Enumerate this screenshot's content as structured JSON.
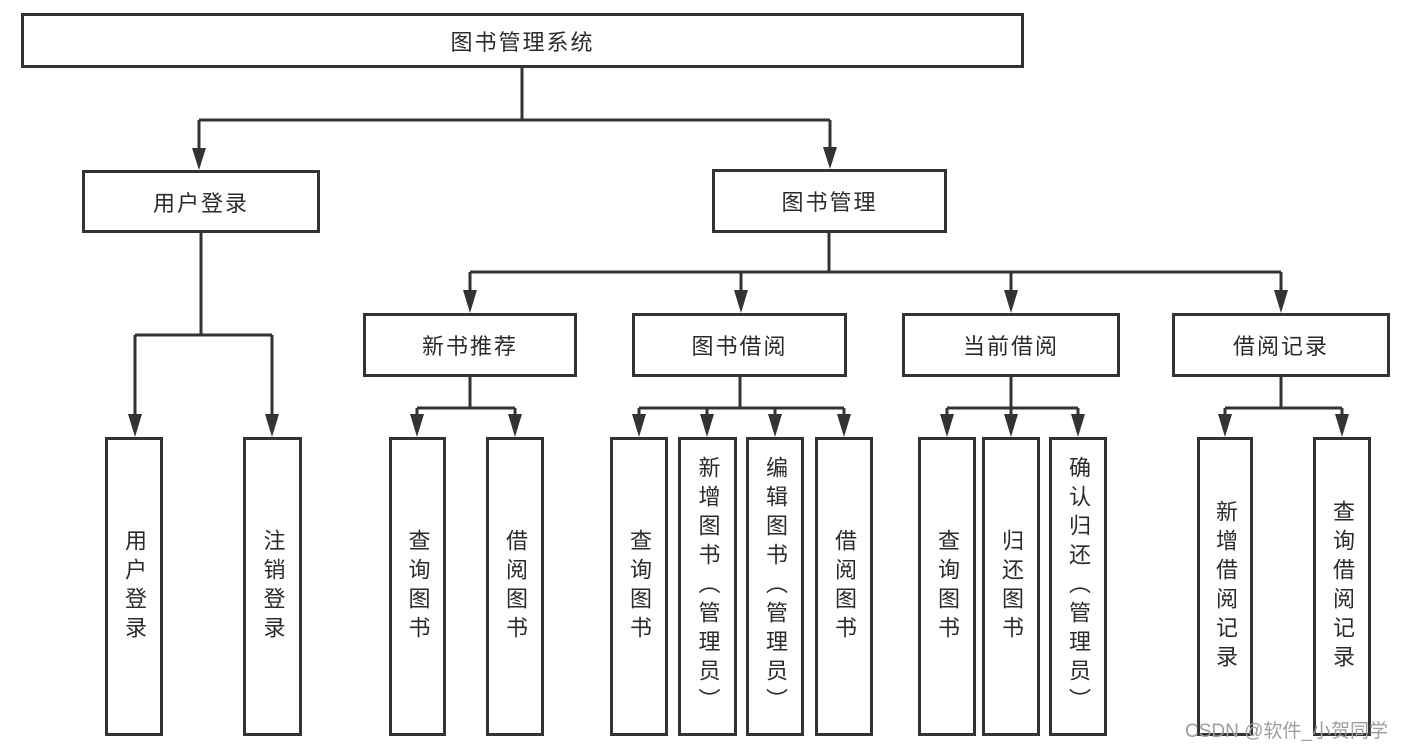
{
  "diagram": {
    "kind": "hierarchy-chart",
    "colors": {
      "line": "#333333",
      "text": "#2b2b2b",
      "watermark": "#9e9e9e",
      "background": "#ffffff"
    },
    "tree": {
      "label": "图书管理系统",
      "children": [
        {
          "label": "用户登录",
          "children": [
            {
              "label": "用户登录"
            },
            {
              "label": "注销登录"
            }
          ]
        },
        {
          "label": "图书管理",
          "children": [
            {
              "label": "新书推荐",
              "children": [
                {
                  "label": "查询图书"
                },
                {
                  "label": "借阅图书"
                }
              ]
            },
            {
              "label": "图书借阅",
              "children": [
                {
                  "label": "查询图书"
                },
                {
                  "label": "新增图书（管理员）"
                },
                {
                  "label": "编辑图书（管理员）"
                },
                {
                  "label": "借阅图书"
                }
              ]
            },
            {
              "label": "当前借阅",
              "children": [
                {
                  "label": "查询图书"
                },
                {
                  "label": "归还图书"
                },
                {
                  "label": "确认归还（管理员）"
                }
              ]
            },
            {
              "label": "借阅记录",
              "children": [
                {
                  "label": "新增借阅记录"
                },
                {
                  "label": "查询借阅记录"
                }
              ]
            }
          ]
        }
      ]
    },
    "watermark": {
      "text": "CSDN @软件_小贺同学"
    }
  }
}
